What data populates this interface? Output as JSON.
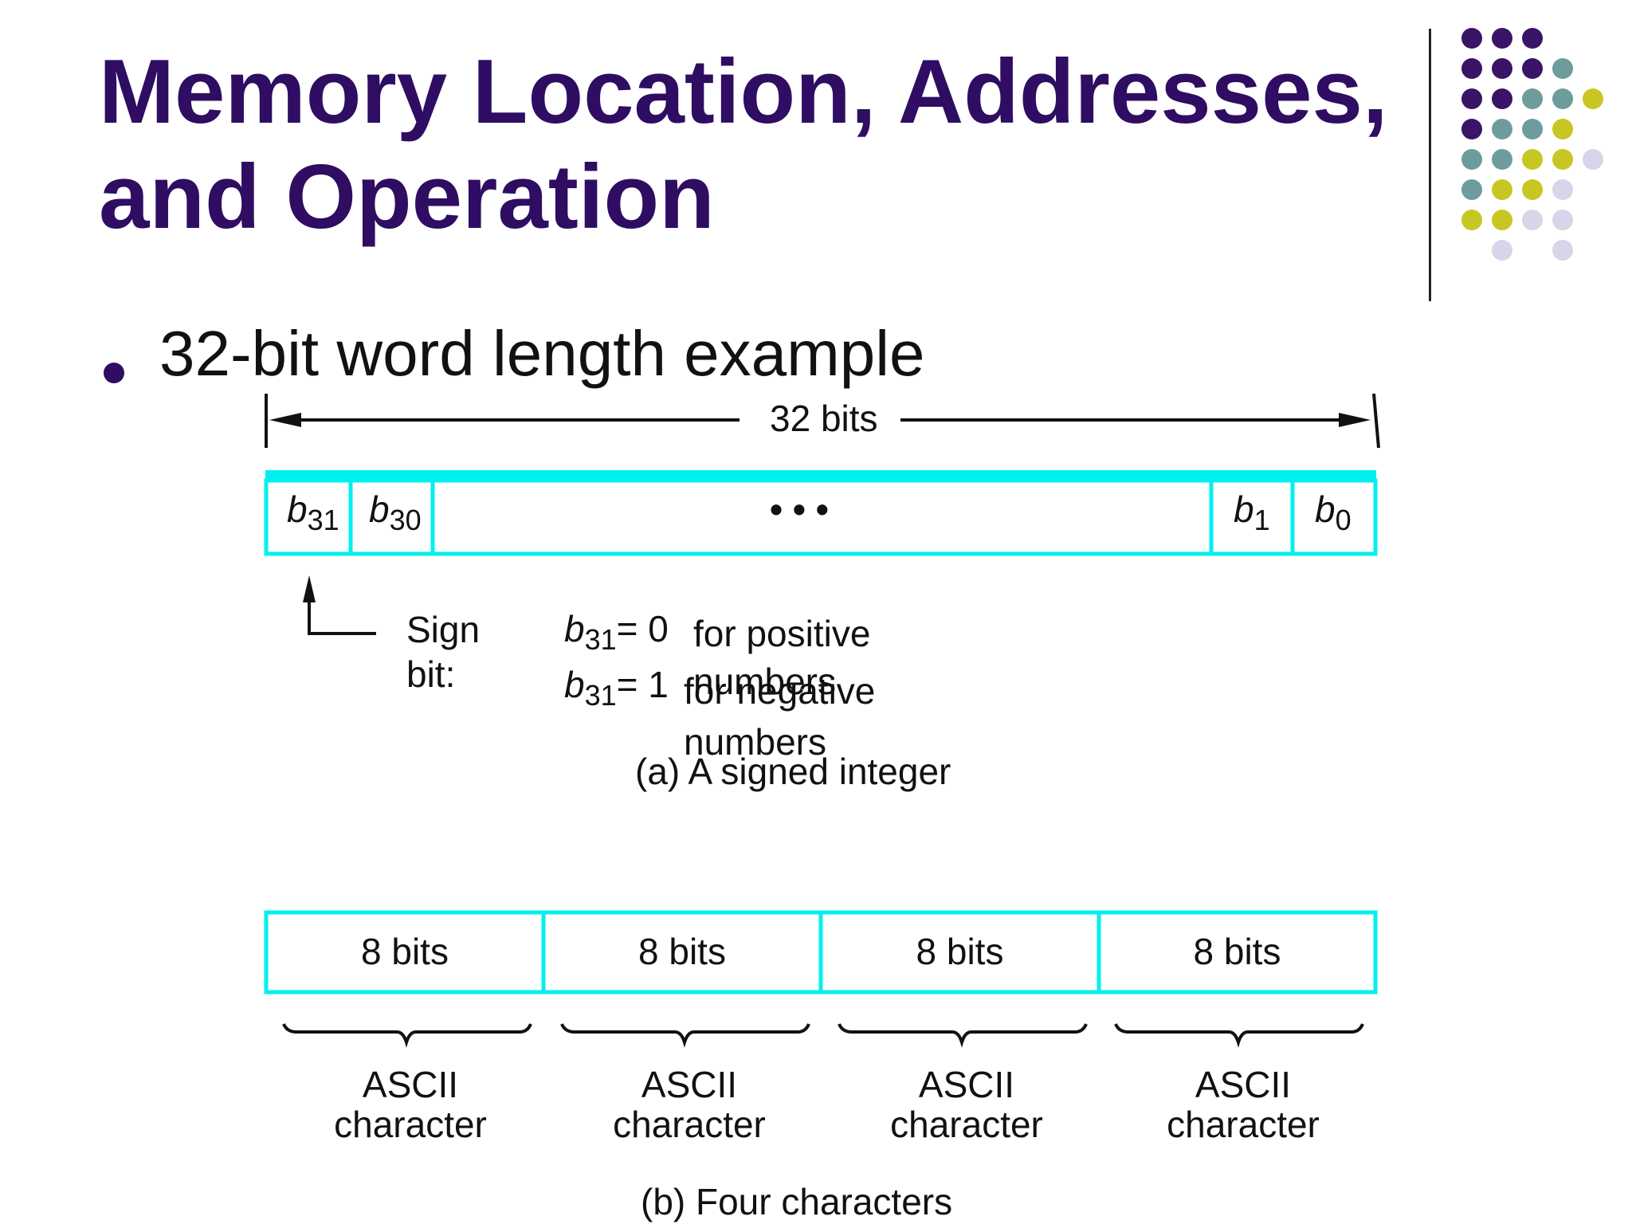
{
  "slide": {
    "title_line1": "Memory Location, Addresses,",
    "title_line2": "and Operation",
    "bullet": "32-bit word length example"
  },
  "signed_integer": {
    "width_label": "32 bits",
    "bits": {
      "b31": {
        "letter": "b",
        "sub": "31"
      },
      "b30": {
        "letter": "b",
        "sub": "30"
      },
      "ellipsis": "• • •",
      "b1": {
        "letter": "b",
        "sub": "1"
      },
      "b0": {
        "letter": "b",
        "sub": "0"
      }
    },
    "sign_label_line1": "Sign",
    "sign_label_line2": "bit:",
    "rule_pos": {
      "letter": "b",
      "sub": "31",
      "eq": "= 0",
      "text": "for positive numbers"
    },
    "rule_neg": {
      "letter": "b",
      "sub": "31",
      "eq": "= 1",
      "text": "for negative numbers"
    },
    "caption": "(a) A signed integer"
  },
  "four_characters": {
    "segments": [
      "8 bits",
      "8 bits",
      "8 bits",
      "8 bits"
    ],
    "labels": [
      {
        "line1": "ASCII",
        "line2": "character"
      },
      {
        "line1": "ASCII",
        "line2": "character"
      },
      {
        "line1": "ASCII",
        "line2": "character"
      },
      {
        "line1": "ASCII",
        "line2": "character"
      }
    ],
    "caption": "(b) Four characters"
  },
  "colors": {
    "title": "#2e0d62",
    "cell_border": "#00f0f0",
    "dot_purple": "#3a1466",
    "dot_teal": "#6e9c9c",
    "dot_olive": "#c8c622",
    "dot_lavender": "#d8d4ea"
  }
}
